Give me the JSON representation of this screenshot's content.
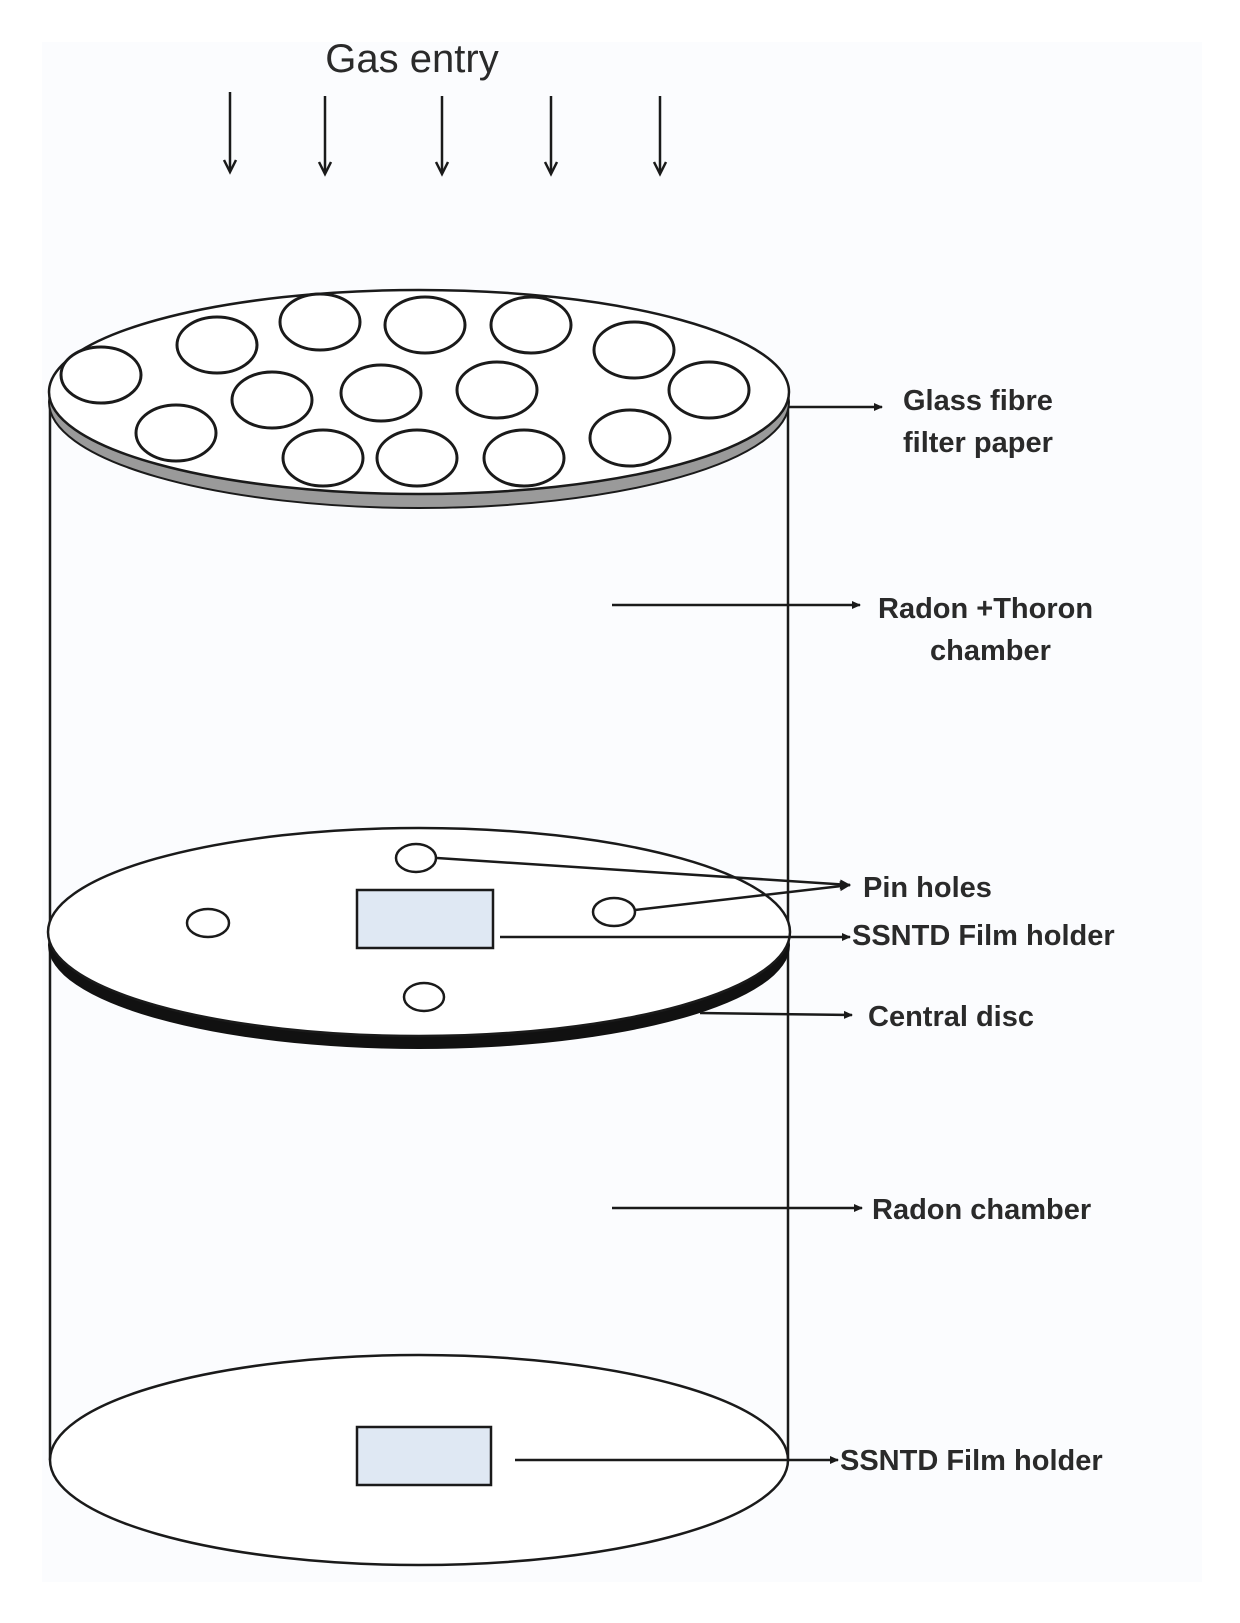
{
  "title": "Gas entry",
  "colors": {
    "background": "#ffffff",
    "panel": "#fbfcfe",
    "line": "#1a1a1a",
    "film_holder_fill": "#dfe8f3",
    "filter_edge": "#8a8a8a",
    "text": "#2a2a2a"
  },
  "labels": {
    "filter_line1": "Glass fibre",
    "filter_line2": "filter paper",
    "radon_thoron_line1": "Radon +Thoron",
    "radon_thoron_line2": "chamber",
    "pin_holes": "Pin holes",
    "film_holder_upper": "SSNTD Film holder",
    "central_disc": "Central disc",
    "radon_chamber": "Radon chamber",
    "film_holder_lower": "SSNTD Film holder"
  }
}
